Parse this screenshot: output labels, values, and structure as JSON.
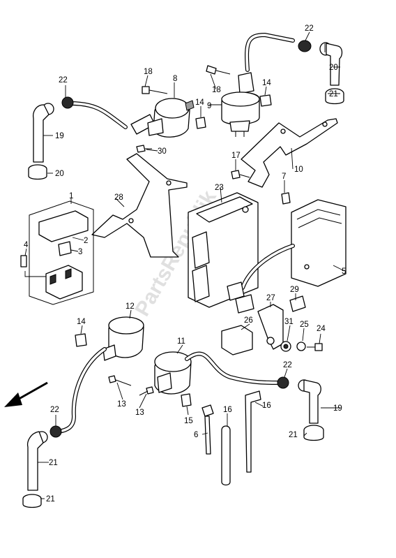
{
  "diagram": {
    "watermark": "PartsRepublik",
    "callouts": [
      "1",
      "2",
      "3",
      "4",
      "5",
      "6",
      "7",
      "8",
      "9",
      "10",
      "11",
      "12",
      "13",
      "13",
      "14",
      "14",
      "14",
      "15",
      "16",
      "17",
      "18",
      "18",
      "19",
      "19",
      "20",
      "20",
      "21",
      "21",
      "21",
      "21",
      "22",
      "22",
      "22",
      "22",
      "23",
      "24",
      "25",
      "26",
      "27",
      "28",
      "29",
      "30",
      "31"
    ]
  }
}
